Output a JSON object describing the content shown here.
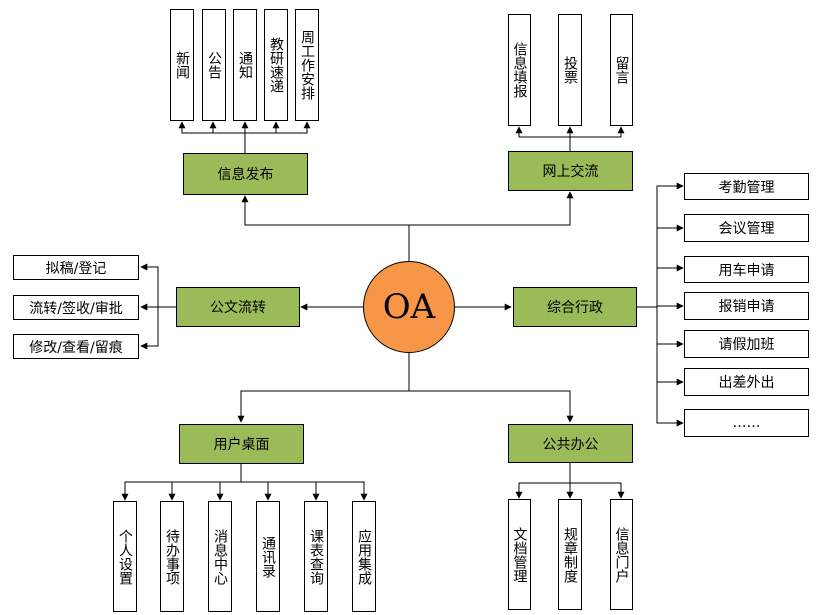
{
  "center": {
    "label": "OA"
  },
  "info_publish": {
    "label": "信息发布",
    "children": [
      "新闻",
      "公告",
      "通知",
      "教研速递",
      "周工作安排"
    ]
  },
  "online_exchange": {
    "label": "网上交流",
    "children": [
      "信息填报",
      "投票",
      "留言"
    ]
  },
  "doc_flow": {
    "label": "公文流转",
    "children": [
      "拟稿/登记",
      "流转/签收/审批",
      "修改/查看/留痕"
    ]
  },
  "admin": {
    "label": "综合行政",
    "children": [
      "考勤管理",
      "会议管理",
      "用车申请",
      "报销申请",
      "请假加班",
      "出差外出",
      "……"
    ]
  },
  "user_desktop": {
    "label": "用户桌面",
    "children": [
      "个人设置",
      "待办事项",
      "消息中心",
      "通讯录",
      "课表查询",
      "应用集成"
    ]
  },
  "public_office": {
    "label": "公共办公",
    "children": [
      "文档管理",
      "规章制度",
      "信息门户"
    ]
  },
  "colors": {
    "module_fill": "#9bbb59",
    "center_fill": "#f79646"
  }
}
